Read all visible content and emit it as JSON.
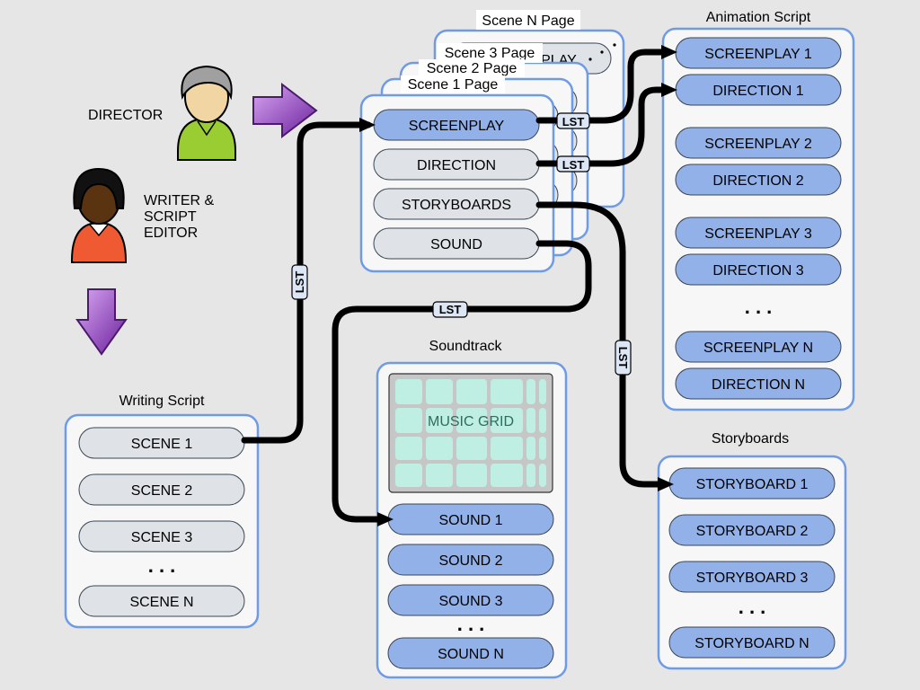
{
  "roles": {
    "director": "DIRECTOR",
    "writer": [
      "WRITER &",
      "SCRIPT",
      "EDITOR"
    ]
  },
  "writing_script": {
    "title": "Writing Script",
    "items": [
      "SCENE 1",
      "SCENE 2",
      "SCENE 3",
      "SCENE N"
    ],
    "ellipsis": ". . ."
  },
  "scene_pages": {
    "stack_titles": [
      "Scene N Page",
      "Scene 3 Page",
      "Scene 2 Page",
      "Scene 1 Page"
    ],
    "peek_text": "PLAY",
    "items": [
      "SCREENPLAY",
      "DIRECTION",
      "STORYBOARDS",
      "SOUND"
    ]
  },
  "animation_script": {
    "title": "Animation Script",
    "items": [
      "SCREENPLAY 1",
      "DIRECTION 1",
      "SCREENPLAY 2",
      "DIRECTION 2",
      "SCREENPLAY 3",
      "DIRECTION 3",
      "SCREENPLAY N",
      "DIRECTION N"
    ],
    "ellipsis": ". . ."
  },
  "soundtrack": {
    "title": "Soundtrack",
    "grid_label": "MUSIC GRID",
    "items": [
      "SOUND 1",
      "SOUND 2",
      "SOUND 3",
      "SOUND N"
    ],
    "ellipsis": ". . ."
  },
  "storyboards": {
    "title": "Storyboards",
    "items": [
      "STORYBOARD 1",
      "STORYBOARD 2",
      "STORYBOARD 3",
      "STORYBOARD N"
    ],
    "ellipsis": ". . ."
  },
  "connector_label": "LST",
  "colors": {
    "panel_border": "#6f9ae8",
    "pill_blue": "#92b1e8",
    "pill_grey": "#dfe3e7",
    "arrow_purple": "#8a3fb4",
    "music_grid": "#bfeee3"
  }
}
